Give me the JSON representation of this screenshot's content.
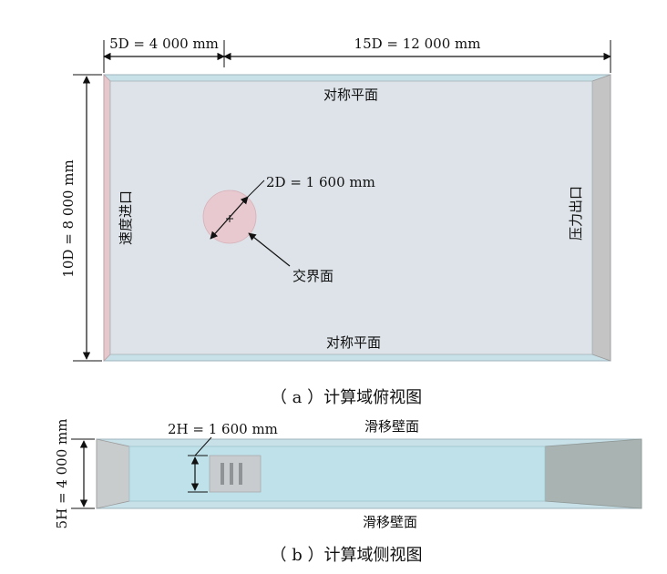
{
  "top_view": {
    "width_dim_left": "5D = 4 000 mm",
    "width_dim_right": "15D = 12 000 mm",
    "height_dim": "10D = 8 000 mm",
    "label_top": "对称平面",
    "label_bottom": "对称平面",
    "label_inlet": "速度进口",
    "label_outlet": "压力出口",
    "diameter_label": "2D = 1 600 mm",
    "interface_label": "交界面",
    "caption": "（ a ）计算域俯视图"
  },
  "side_view": {
    "height_dim": "5H = 4 000 mm",
    "cylinder_dim": "2H = 1 600 mm",
    "label_top": "滑移壁面",
    "label_bottom": "滑移壁面",
    "caption": "（ b ）计算域侧视图"
  },
  "colors": {
    "domain_fill": "#dde3e8",
    "domain_frame": "#c8e0e8",
    "inlet_face": "#e6c8cc",
    "outlet_face": "#c4c4c4",
    "interface_circle": "#e8c9cf",
    "side_fluid": "#bfe2ea",
    "side_end": "#c9cccd"
  }
}
